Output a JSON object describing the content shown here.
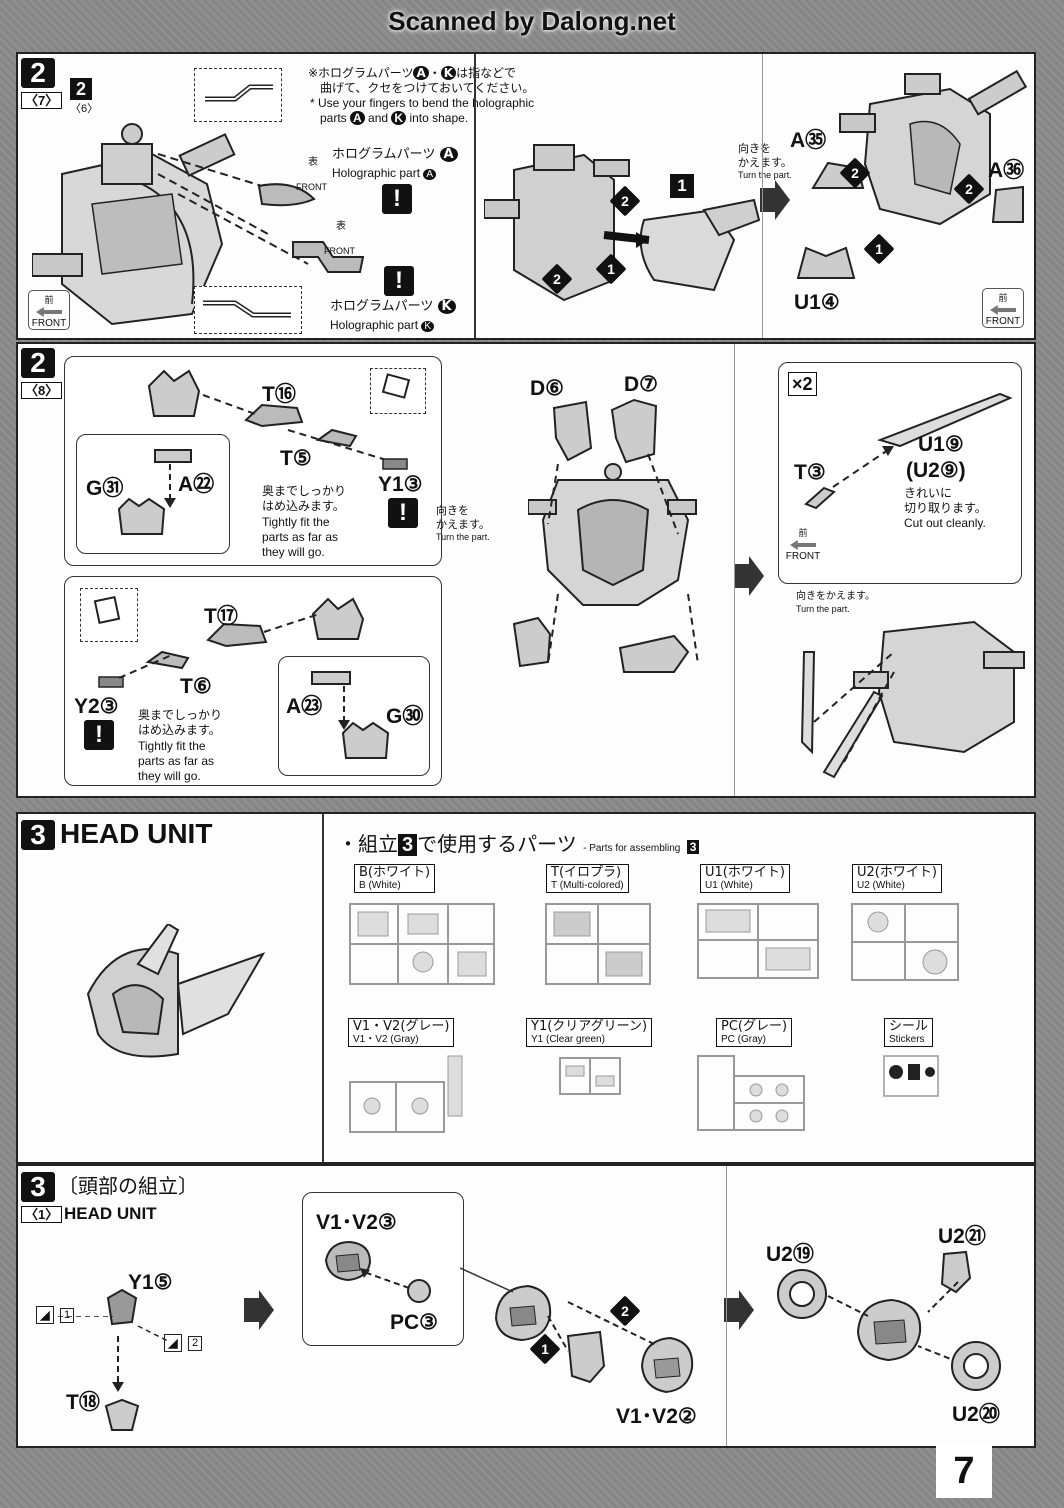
{
  "watermark": "Scanned by Dalong.net",
  "page_number": "7",
  "step_2_7": {
    "step": "2",
    "sub": "〈7〉",
    "ref_step": "2",
    "ref_sub": "〈6〉",
    "note_jp_1": "※ホログラムパーツ",
    "note_jp_2": "は指などで",
    "note_jp_3": "曲げて、クセをつけておいてください。",
    "note_en_1": "* Use your fingers to bend the holographic",
    "note_en_2": "parts",
    "note_en_and": "and",
    "note_en_3": "into shape.",
    "part_a_letter": "A",
    "part_k_letter": "K",
    "holo_a_jp": "ホログラムパーツ",
    "holo_a_en": "Holographic part",
    "holo_k_jp": "ホログラムパーツ",
    "holo_k_en": "Holographic part",
    "front_jp": "表",
    "front_en": "FRONT",
    "badge_jp": "前",
    "badge_en": "FRONT",
    "warn": "!",
    "seq": [
      "1",
      "2",
      "2"
    ],
    "block_num": "1",
    "turn_jp_1": "向きを",
    "turn_jp_2": "かえます。",
    "turn_en": "Turn the part.",
    "labels": [
      "A㉟",
      "A㊱",
      "U1④"
    ]
  },
  "step_2_8": {
    "step": "2",
    "sub": "〈8〉",
    "labels_top": [
      "T⑯",
      "T⑤",
      "Y1③",
      "G㉛",
      "A㉒"
    ],
    "tight_jp_1": "奥までしっかり",
    "tight_jp_2": "はめ込みます。",
    "tight_en_1": "Tightly fit the",
    "tight_en_2": "parts as far as",
    "tight_en_3": "they will go.",
    "labels_bottom": [
      "T⑰",
      "T⑥",
      "Y2③",
      "A㉓",
      "G㉚"
    ],
    "labels_mid": [
      "D⑥",
      "D⑦"
    ],
    "turn_jp_1": "向きを",
    "turn_jp_2": "かえます。",
    "turn_en": "Turn the part.",
    "x2": "×2",
    "labels_right": [
      "T③",
      "U1⑨",
      "(U2⑨)"
    ],
    "cut_jp_1": "きれいに",
    "cut_jp_2": "切り取ります。",
    "cut_en": "Cut out cleanly.",
    "badge_jp": "前",
    "badge_en": "FRONT",
    "turn2_jp": "向きをかえます。",
    "turn2_en": "Turn the part.",
    "warn": "!"
  },
  "head_unit": {
    "step": "3",
    "title": "HEAD UNIT",
    "parts_title_jp_1": "・組立",
    "parts_title_num": "3",
    "parts_title_jp_2": "で使用するパーツ",
    "parts_title_en": "- Parts for assembling",
    "runners": [
      {
        "jp": "B(ホワイト)",
        "en": "B (White)"
      },
      {
        "jp": "T(イロプラ)",
        "en": "T (Multi-colored)"
      },
      {
        "jp": "U1(ホワイト)",
        "en": "U1 (White)"
      },
      {
        "jp": "U2(ホワイト)",
        "en": "U2 (White)"
      },
      {
        "jp": "V1・V2(グレー)",
        "en": "V1・V2 (Gray)"
      },
      {
        "jp": "Y1(クリアグリーン)",
        "en": "Y1 (Clear green)"
      },
      {
        "jp": "PC(グレー)",
        "en": "PC (Gray)"
      },
      {
        "jp": "シール",
        "en": "Stickers"
      }
    ]
  },
  "step_3_1": {
    "step": "3",
    "title_jp": "〔頭部の組立〕",
    "sub": "〈1〉",
    "title_en": "HEAD UNIT",
    "labels_left": [
      "Y1⑤",
      "T⑱"
    ],
    "mini": [
      "1",
      "2"
    ],
    "labels_mid": [
      "V1･V2③",
      "PC③",
      "V1･V2②"
    ],
    "seq": [
      "1",
      "2"
    ],
    "labels_right": [
      "U2⑲",
      "U2㉑",
      "U2⑳"
    ]
  }
}
